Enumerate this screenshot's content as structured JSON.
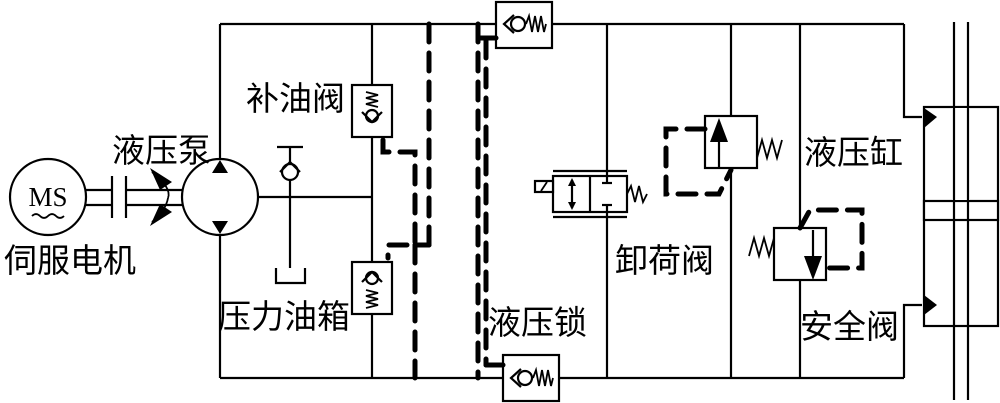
{
  "diagram": {
    "title": "Hydraulic servo circuit schematic",
    "colors": {
      "line": "#000000",
      "background": "#ffffff"
    },
    "motor": {
      "symbol_text": "MS",
      "label": "伺服电机"
    },
    "labels": {
      "pump": "液压泵",
      "makeup_valve": "补油阀",
      "pressure_tank": "压力油箱",
      "hydraulic_lock": "液压锁",
      "unloading_valve": "卸荷阀",
      "cylinder": "液压缸",
      "safety_valve": "安全阀"
    }
  }
}
